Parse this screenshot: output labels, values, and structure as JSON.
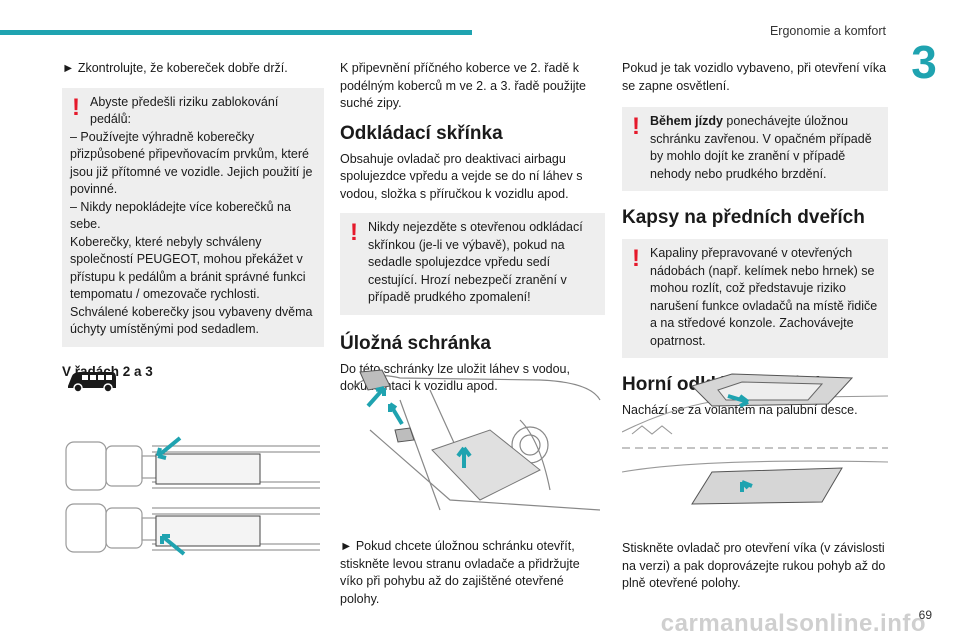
{
  "header": {
    "title": "Ergonomie a komfort",
    "chapter": "3"
  },
  "col1": {
    "bullet": "► Zkontrolujte, že kobereček dobře drží.",
    "warning_first": "Abyste předešli riziku zablokování pedálů:",
    "warning_lines": [
      "– Používejte výhradně koberečky přizpůsobené připevňovacím prvkům, které jsou již přítomné ve vozidle. Jejich použití je povinné.",
      "– Nikdy nepokládejte více koberečků na sebe.",
      "Koberečky, které nebyly schváleny společností PEUGEOT, mohou překážet v přístupu k pedálům a bránit správné funkci tempomatu / omezovače rychlosti.",
      "Schválené koberečky jsou vybaveny dvěma úchyty umístěnými pod sedadlem."
    ],
    "subheading": "V řadách 2 a 3"
  },
  "col2": {
    "intro": "K připevnění příčného koberce ve 2. řadě k podélným koberců m ve 2. a 3. řadě použijte suché zipy.",
    "h_glovebox": "Odkládací skřínka",
    "glovebox_text": "Obsahuje ovladač pro deaktivaci airbagu spolujezdce vpředu a vejde se do ní láhev s vodou, složka s příručkou k vozidlu apod.",
    "warning": "Nikdy nejezděte s otevřenou odkládací skřínkou (je-li ve výbavě), pokud na sedadle spolujezdce vpředu sedí cestující. Hrozí nebezpečí zranění v případě prudkého zpomalení!",
    "h_storage": "Úložná schránka",
    "storage_text": "Do této schránky lze uložit láhev s vodou, dokumentaci k vozidlu apod.",
    "instruction": "► Pokud chcete úložnou schránku otevřít, stiskněte levou stranu ovladače a přidržujte víko při pohybu až do zajištěné otevřené polohy."
  },
  "col3": {
    "intro": "Pokud je tak vozidlo vybaveno, při otevření víka se zapne osvětlení.",
    "warning_bold": "Během jízdy",
    "warning_rest": " ponechávejte úložnou schránku zavřenou. V opačném případě by mohlo dojít ke zranění v případě nehody nebo prudkého brzdění.",
    "h_door": "Kapsy na předních dveřích",
    "door_warning": "Kapaliny přepravované v otevřených nádobách (např. kelímek nebo hrnek) se mohou rozlít, což představuje riziko narušení funkce ovladačů na místě řidiče a na středové konzole. Zachovávejte opatrnost.",
    "h_upper": "Horní odkládací skřínka",
    "upper_text": "Nachází se za volantem na palubní desce.",
    "upper_instruction": "Stiskněte ovladač pro otevření víka (v závislosti na verzi) a pak doprovázejte rukou pohyb až do plně otevřené polohy."
  },
  "footer": {
    "page": "69",
    "watermark": "carmanualsonline.info"
  },
  "colors": {
    "accent": "#1fa3b0",
    "warning": "#e5192b",
    "box": "#eeeeee"
  }
}
